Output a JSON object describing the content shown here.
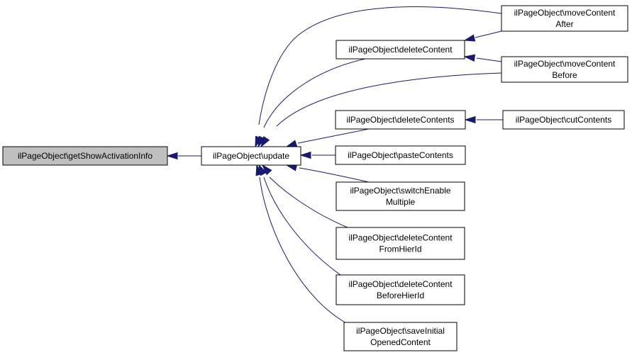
{
  "colors": {
    "edge": "#191970",
    "node_fill": "#ffffff",
    "focus_fill": "#bfbfbf",
    "border": "#000000"
  },
  "nodes": [
    {
      "id": "getShowActivationInfo",
      "lines": [
        "ilPageObject\\getShowActivationInfo"
      ],
      "focus": true
    },
    {
      "id": "update",
      "lines": [
        "ilPageObject\\update"
      ]
    },
    {
      "id": "deleteContent",
      "lines": [
        "ilPageObject\\deleteContent"
      ]
    },
    {
      "id": "moveContentAfter",
      "lines": [
        "ilPageObject\\moveContent",
        "After"
      ]
    },
    {
      "id": "moveContentBefore",
      "lines": [
        "ilPageObject\\moveContent",
        "Before"
      ]
    },
    {
      "id": "deleteContents",
      "lines": [
        "ilPageObject\\deleteContents"
      ]
    },
    {
      "id": "cutContents",
      "lines": [
        "ilPageObject\\cutContents"
      ]
    },
    {
      "id": "pasteContents",
      "lines": [
        "ilPageObject\\pasteContents"
      ]
    },
    {
      "id": "switchEnableMultiple",
      "lines": [
        "ilPageObject\\switchEnable",
        "Multiple"
      ]
    },
    {
      "id": "deleteContentFromHierId",
      "lines": [
        "ilPageObject\\deleteContent",
        "FromHierId"
      ]
    },
    {
      "id": "deleteContentBeforeHierId",
      "lines": [
        "ilPageObject\\deleteContent",
        "BeforeHierId"
      ]
    },
    {
      "id": "saveInitialOpenedContent",
      "lines": [
        "ilPageObject\\saveInitial",
        "OpenedContent"
      ]
    }
  ],
  "edges": [
    {
      "from": "update",
      "to": "getShowActivationInfo"
    },
    {
      "from": "moveContentAfter",
      "to": "update"
    },
    {
      "from": "deleteContent",
      "to": "update"
    },
    {
      "from": "moveContentBefore",
      "to": "update"
    },
    {
      "from": "deleteContents",
      "to": "update"
    },
    {
      "from": "pasteContents",
      "to": "update"
    },
    {
      "from": "switchEnableMultiple",
      "to": "update"
    },
    {
      "from": "deleteContentFromHierId",
      "to": "update"
    },
    {
      "from": "deleteContentBeforeHierId",
      "to": "update"
    },
    {
      "from": "saveInitialOpenedContent",
      "to": "update"
    },
    {
      "from": "moveContentAfter",
      "to": "deleteContent"
    },
    {
      "from": "moveContentBefore",
      "to": "deleteContent"
    },
    {
      "from": "cutContents",
      "to": "deleteContents"
    }
  ]
}
